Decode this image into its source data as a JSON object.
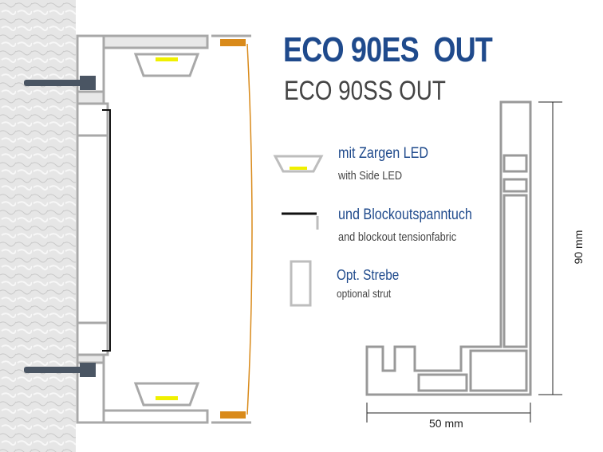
{
  "title": "ECO 90ES  OUT",
  "subtitle": "ECO 90SS OUT",
  "legend": [
    {
      "icon": "side-led-icon",
      "label": "mit Zargen LED",
      "sublabel": "with Side LED"
    },
    {
      "icon": "blockout-fabric-icon",
      "label": "und Blockoutspanntuch",
      "sublabel": "and blockout tensionfabric"
    },
    {
      "icon": "strut-icon",
      "label": "Opt. Strebe",
      "sublabel": "optional strut"
    }
  ],
  "dimensions": {
    "height": "90 mm",
    "width": "50 mm"
  },
  "colors": {
    "title": "#1f4a8c",
    "profile": "#a8a8a8",
    "led": "#f0f000",
    "fabric": "#d98a1a"
  }
}
